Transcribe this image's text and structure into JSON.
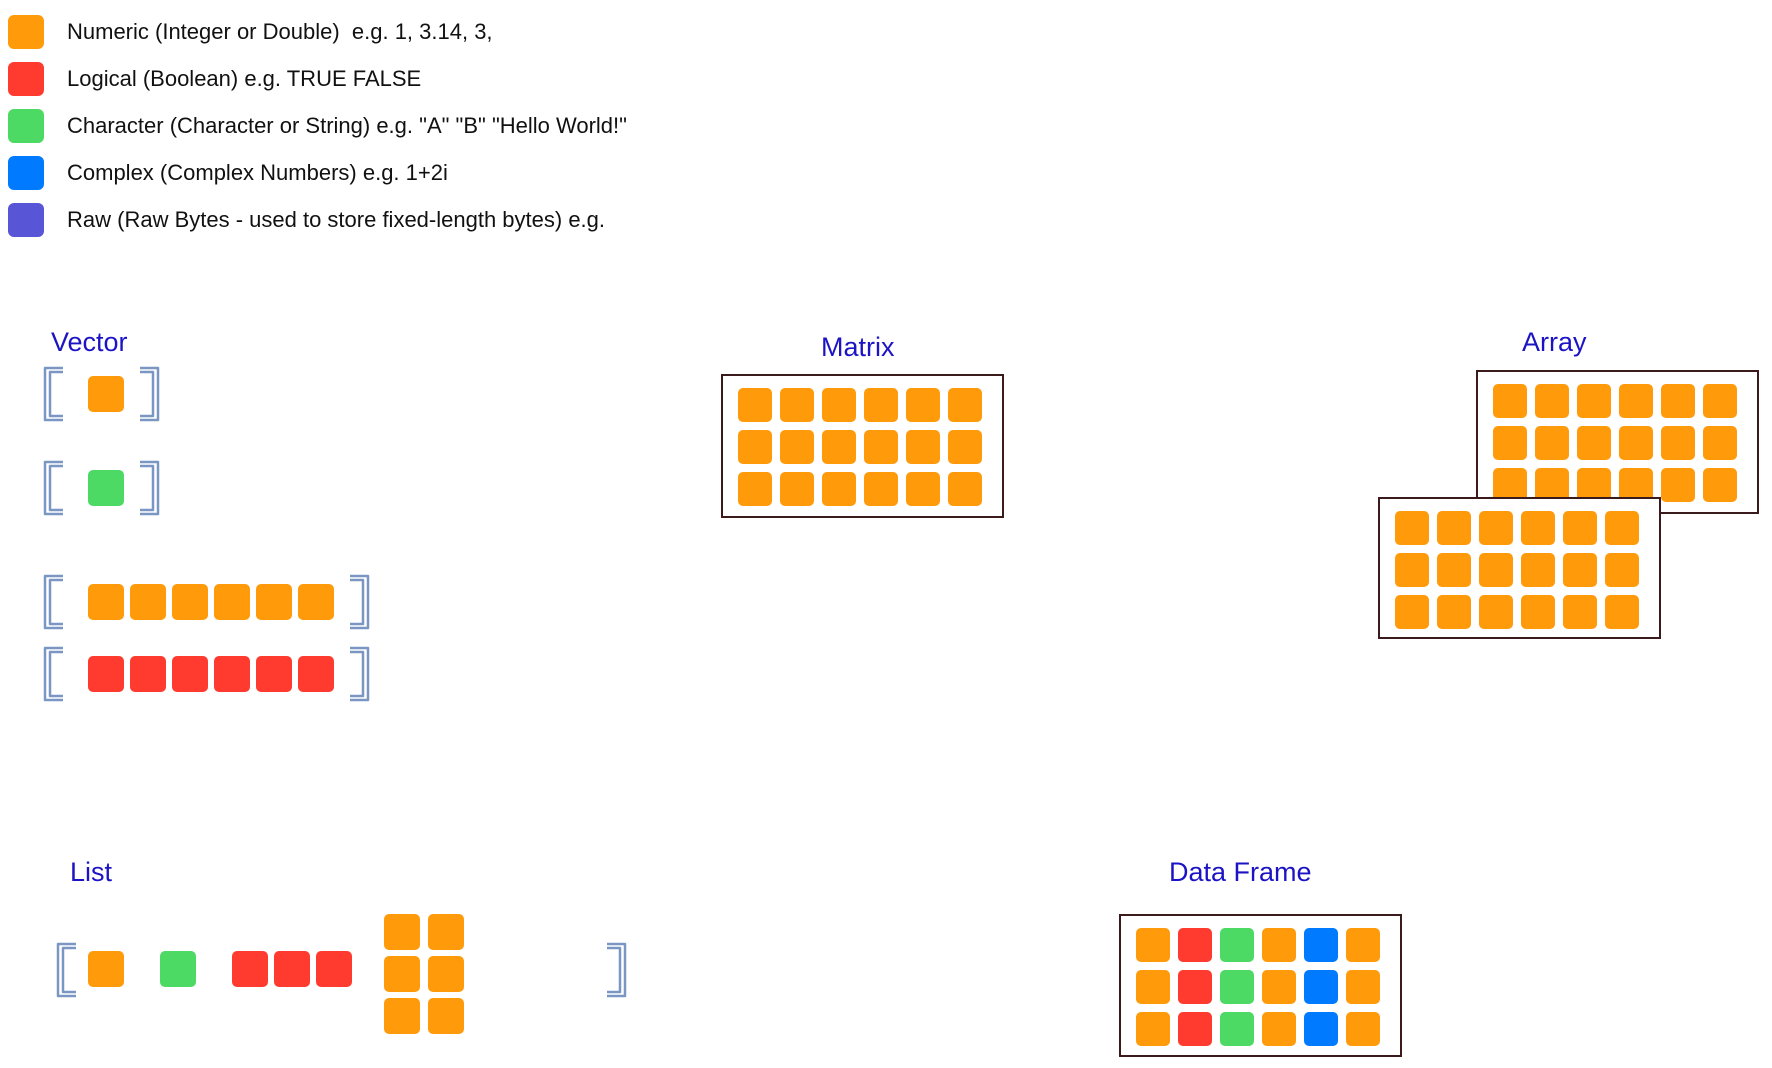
{
  "colors": {
    "numeric": "#ff9a0a",
    "logical": "#ff3b30",
    "character": "#4cd964",
    "complex": "#007aff",
    "raw": "#5856d6",
    "title": "#1c14c4",
    "frame_border": "#3a1a1a",
    "bracket": "#7a97c4"
  },
  "legend": [
    {
      "type": "numeric",
      "text": "Numeric (Integer or Double)  e.g. 1, 3.14, 3,"
    },
    {
      "type": "logical",
      "text": "Logical (Boolean) e.g. TRUE FALSE"
    },
    {
      "type": "character",
      "text": "Character (Character or String) e.g. \"A\" \"B\" \"Hello World!\""
    },
    {
      "type": "complex",
      "text": "Complex (Complex Numbers) e.g. 1+2i"
    },
    {
      "type": "raw",
      "text": "Raw (Raw Bytes - used to store fixed-length bytes) e.g."
    }
  ],
  "sections": {
    "vector": {
      "title": "Vector",
      "rows": [
        [
          "numeric"
        ],
        [
          "character"
        ],
        [
          "numeric",
          "numeric",
          "numeric",
          "numeric",
          "numeric",
          "numeric"
        ],
        [
          "logical",
          "logical",
          "logical",
          "logical",
          "logical",
          "logical"
        ]
      ]
    },
    "matrix": {
      "title": "Matrix",
      "cells": [
        [
          "numeric",
          "numeric",
          "numeric",
          "numeric",
          "numeric",
          "numeric"
        ],
        [
          "numeric",
          "numeric",
          "numeric",
          "numeric",
          "numeric",
          "numeric"
        ],
        [
          "numeric",
          "numeric",
          "numeric",
          "numeric",
          "numeric",
          "numeric"
        ]
      ]
    },
    "array": {
      "title": "Array",
      "layers": [
        [
          [
            "numeric",
            "numeric",
            "numeric",
            "numeric",
            "numeric",
            "numeric"
          ],
          [
            "numeric",
            "numeric",
            "numeric",
            "numeric",
            "numeric",
            "numeric"
          ],
          [
            "numeric",
            "numeric",
            "numeric",
            "numeric",
            "numeric",
            "numeric"
          ]
        ],
        [
          [
            "numeric",
            "numeric",
            "numeric",
            "numeric",
            "numeric",
            "numeric"
          ],
          [
            "numeric",
            "numeric",
            "numeric",
            "numeric",
            "numeric",
            "numeric"
          ],
          [
            "numeric",
            "numeric",
            "numeric",
            "numeric",
            "numeric",
            "numeric"
          ]
        ]
      ]
    },
    "list": {
      "title": "List",
      "elements": [
        {
          "type": "numeric",
          "shape": "scalar"
        },
        {
          "type": "character",
          "shape": "scalar"
        },
        {
          "type": "logical",
          "shape": "vector",
          "length": 3
        },
        {
          "type": "numeric",
          "shape": "matrix",
          "rows": 3,
          "cols": 2
        }
      ]
    },
    "data_frame": {
      "title": "Data Frame",
      "column_types": [
        "numeric",
        "logical",
        "character",
        "numeric",
        "complex",
        "numeric"
      ],
      "row_count": 3
    }
  }
}
